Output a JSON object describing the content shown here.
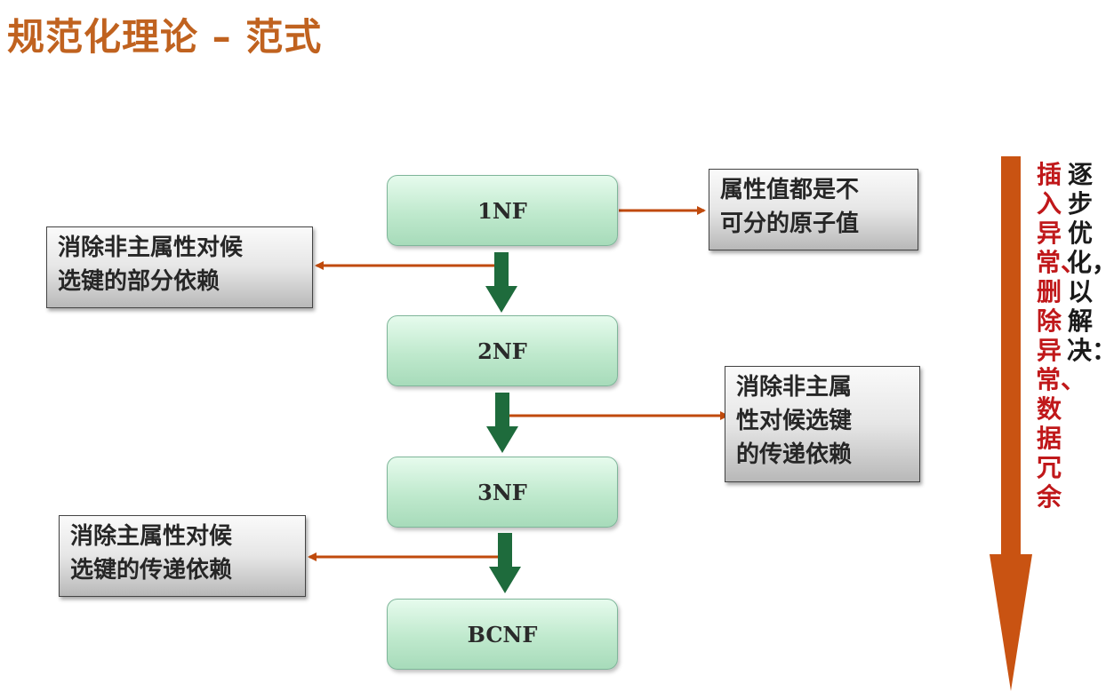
{
  "title": "规范化理论 – 范式",
  "forms": [
    "1NF",
    "2NF",
    "3NF",
    "BCNF"
  ],
  "notes": {
    "n1_line1": "属性值都是不",
    "n1_line2": "可分的原子值",
    "n2_line1": "消除非主属性对候",
    "n2_line2": "选键的部分依赖",
    "n3_line1": "消除非主属",
    "n3_line2": "性对候选键",
    "n3_line3": "的传递依赖",
    "n4_line1": "消除主属性对候",
    "n4_line2": "选键的传递依赖"
  },
  "side": {
    "col_black": "逐步优化，以解决：",
    "col_red": "插入异常、删除异常、数据冗余"
  },
  "colors": {
    "title": "#c0621f",
    "green_arrow": "#1e6b3c",
    "orange_arrow": "#c04a0c",
    "red_text": "#c0181a"
  }
}
